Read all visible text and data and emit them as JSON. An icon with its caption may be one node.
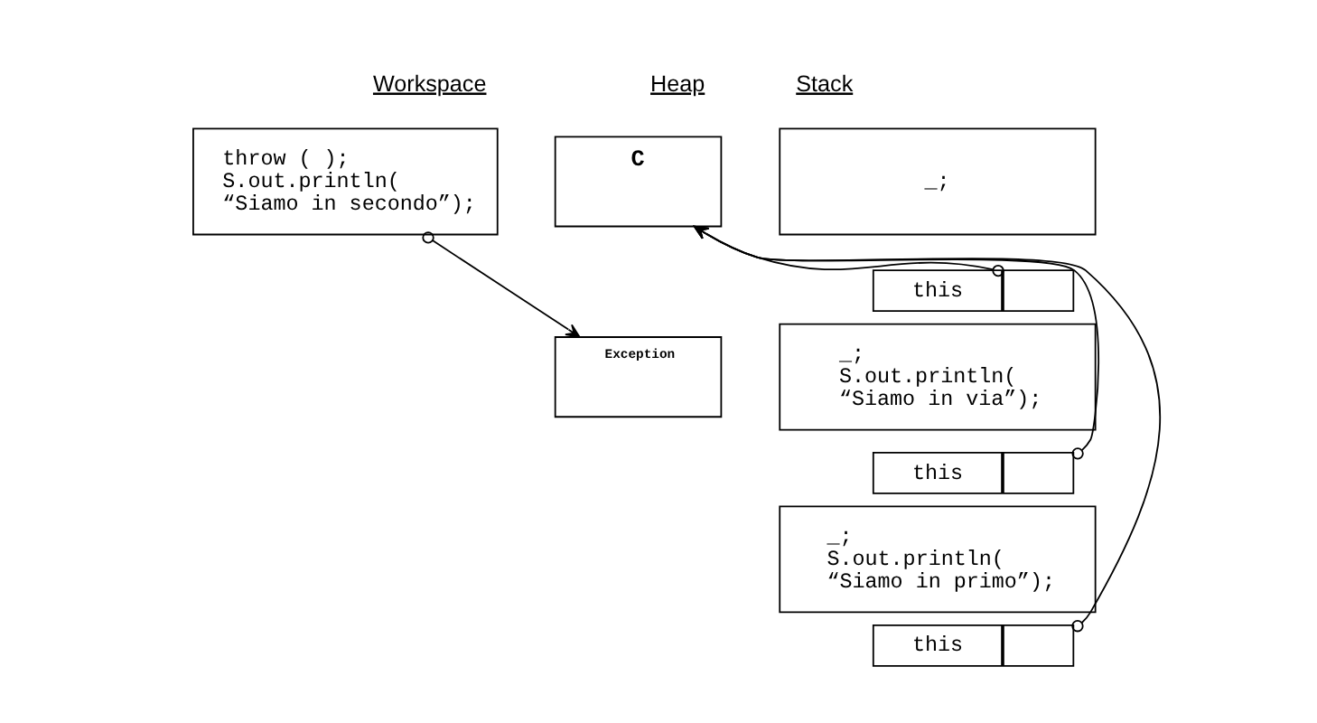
{
  "diagram": {
    "nodes": [
      {
        "text": [
          "throw ( );",
          "S.out.println(",
          "“Siamo in secondo”);"
        ]
      },
      {
        "text": [
          "_;"
        ]
      },
      {
        "text": [
          "this"
        ]
      },
      {
        "text": [],
        "shape": "box"
      },
      {
        "text": [
          "_;",
          "S.out.println(",
          "“Siamo in via”);"
        ]
      },
      {
        "text": [
          "this"
        ]
      },
      {
        "text": [],
        "shape": "box"
      },
      {
        "text": [
          "_;",
          "S.out.println(",
          "“Siamo in primo”);"
        ]
      },
      {
        "text": [
          "this"
        ]
      },
      {
        "text": [],
        "shape": "box"
      },
      {
        "text": [
          "C"
        ]
      },
      {
        "text": [
          "Exception"
        ]
      }
    ],
    "edges": [
      {
        "from": 3,
        "to": 10,
        "arrow": "to"
      },
      {
        "from": 6,
        "to": 10,
        "arrow": "to"
      },
      {
        "from": 9,
        "to": 10,
        "arrow": "to"
      },
      {
        "from": 0,
        "to": 11,
        "arrow": "to"
      }
    ],
    "labels": [
      "Workspace",
      "Stack",
      "Heap"
    ]
  }
}
